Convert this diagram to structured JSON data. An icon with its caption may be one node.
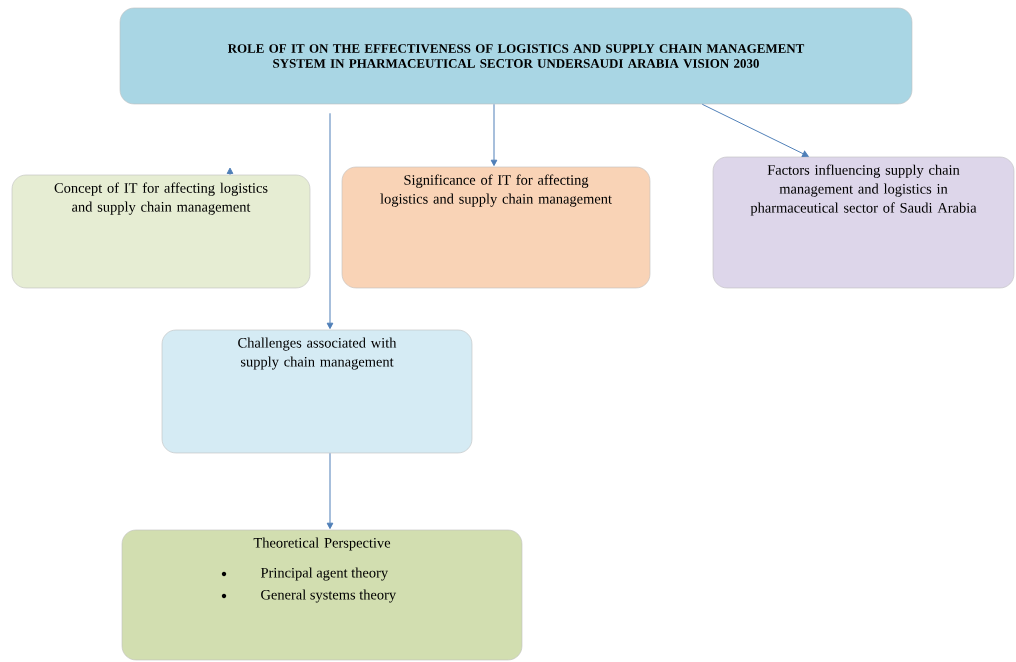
{
  "diagram": {
    "nodes": [
      {
        "text": [
          "ROLE OF IT ON THE EFFECTIVENESS OF LOGISTICS AND SUPPLY CHAIN MANAGEMENT SYSTEM IN PHARMACEUTICAL SECTOR UNDERSAUDI ARABIA VISION 2030"
        ]
      },
      {
        "text": [
          "Concept of IT for affecting logistics and supply chain management"
        ]
      },
      {
        "text": [
          "Significance of IT for affecting logistics and supply chain management"
        ]
      },
      {
        "text": [
          "Factors influencing supply chain management and logistics in pharmaceutical sector of Saudi Arabia"
        ]
      },
      {
        "text": [
          "Challenges associated with supply chain management"
        ]
      },
      {
        "text": [
          "Theoretical Perspective",
          "Principal agent theory",
          "General systems theory"
        ]
      }
    ],
    "edges": [
      {
        "from": 0,
        "to": 2,
        "arrow": "to"
      },
      {
        "from": 0,
        "to": 3,
        "arrow": "to"
      },
      {
        "from": 0,
        "to": 4,
        "arrow": "to"
      },
      {
        "from": 4,
        "to": 5,
        "arrow": "to"
      },
      {
        "from": 1,
        "to": null,
        "arrow": "to"
      }
    ]
  }
}
